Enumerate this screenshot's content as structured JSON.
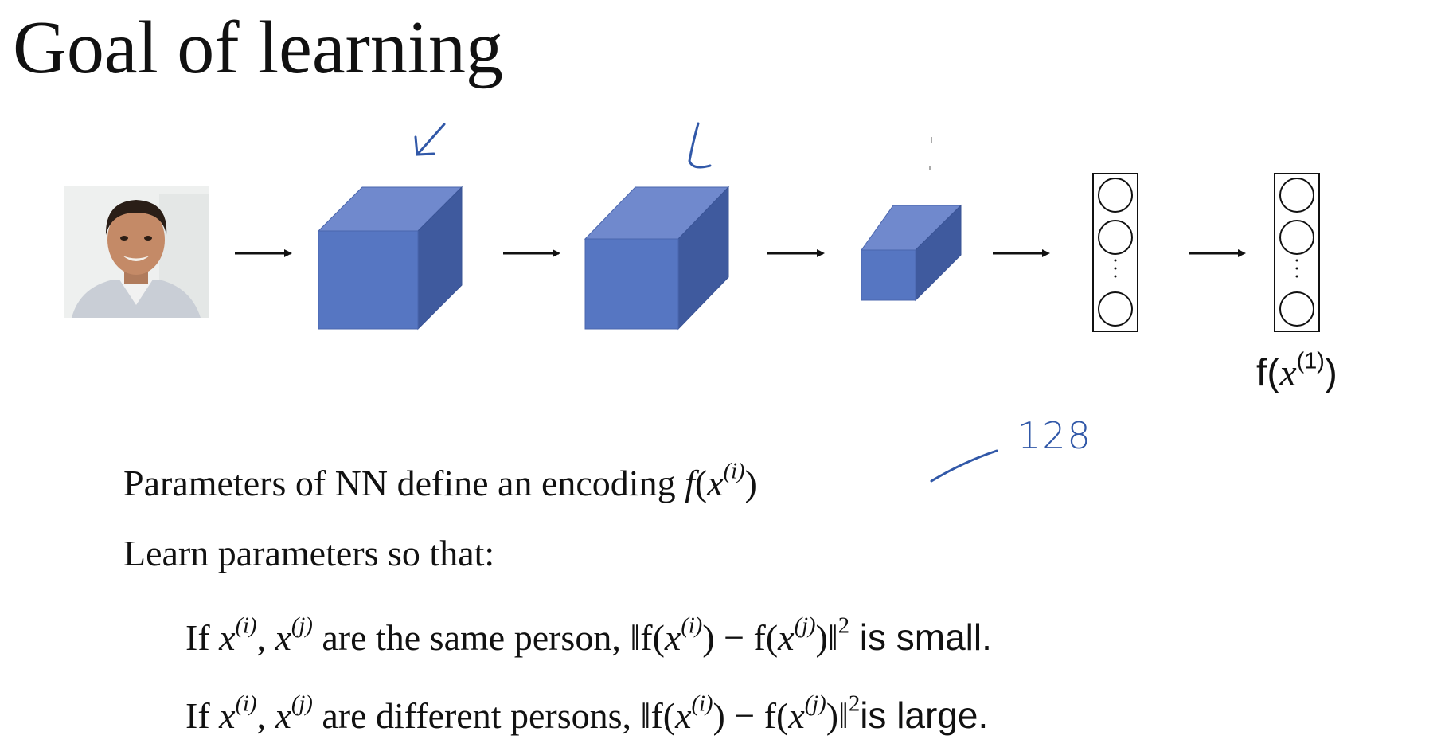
{
  "title": "Goal of learning",
  "output_label": {
    "base": "f(",
    "var": "x",
    "sup": "(1)",
    "close": ")"
  },
  "annotation": "128",
  "line1": {
    "text": "Parameters of NN define an encoding ",
    "fn": "f",
    "open": "(",
    "var": "x",
    "sup": "(i)",
    "close": ")"
  },
  "line2": "Learn parameters so that:",
  "bullets": [
    {
      "prefix": "If ",
      "xi": "x",
      "xi_sup": "(i)",
      "comma": ", ",
      "xj": "x",
      "xj_sup": "(j)",
      "middle": " are the same person, ",
      "norm_open": "‖f(",
      "nx1": "x",
      "nx1_sup": "(i)",
      "minus": ") − f(",
      "nx2": "x",
      "nx2_sup": "(j)",
      "norm_close": ")‖",
      "exp": "2",
      "suffix": " is small."
    },
    {
      "prefix": "If ",
      "xi": "x",
      "xi_sup": "(i)",
      "comma": ", ",
      "xj": "x",
      "xj_sup": "(j)",
      "middle": " are different persons, ",
      "norm_open": "‖f(",
      "nx1": "x",
      "nx1_sup": "(i)",
      "minus": ") − f(",
      "nx2": "x",
      "nx2_sup": "(j)",
      "norm_close": ")‖",
      "exp": "2",
      "suffix": "is large."
    }
  ],
  "colors": {
    "cube_front": "#5676c2",
    "cube_top": "#7089cd",
    "cube_side": "#3f5a9e",
    "pen": "#3158a8"
  }
}
